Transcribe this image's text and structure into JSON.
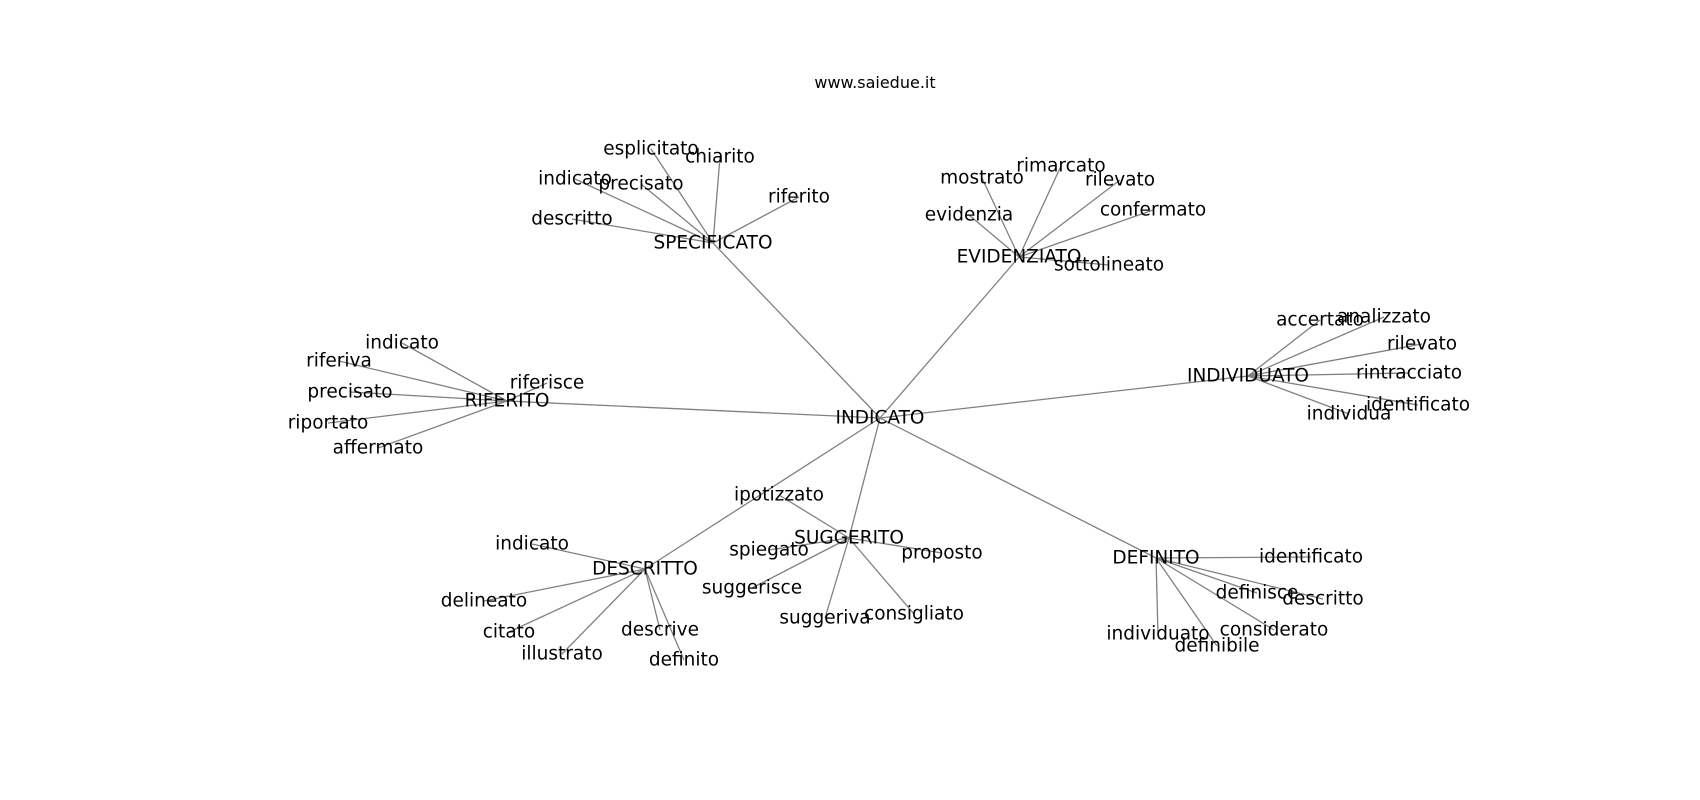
{
  "site": {
    "title": "www.saiedue.it"
  },
  "graph": {
    "edge_color": "#808080",
    "label_color": "#000000",
    "root": {
      "id": "indicato_root",
      "label": "INDICATO"
    },
    "hubs": [
      {
        "id": "specificato",
        "label": "SPECIFICATO",
        "leaves": [
          {
            "id": "specificato_esplicitato",
            "label": "esplicitato"
          },
          {
            "id": "specificato_chiarito",
            "label": "chiarito"
          },
          {
            "id": "specificato_indicato",
            "label": "indicato"
          },
          {
            "id": "specificato_precisato",
            "label": "precisato"
          },
          {
            "id": "specificato_riferito",
            "label": "riferito"
          },
          {
            "id": "specificato_descritto",
            "label": "descritto"
          }
        ]
      },
      {
        "id": "evidenziato",
        "label": "EVIDENZIATO",
        "leaves": [
          {
            "id": "evidenziato_mostrato",
            "label": "mostrato"
          },
          {
            "id": "evidenziato_rimarcato",
            "label": "rimarcato"
          },
          {
            "id": "evidenziato_rilevato",
            "label": "rilevato"
          },
          {
            "id": "evidenziato_evidenzia",
            "label": "evidenzia"
          },
          {
            "id": "evidenziato_confermato",
            "label": "confermato"
          },
          {
            "id": "evidenziato_sottolineato",
            "label": "sottolineato"
          }
        ]
      },
      {
        "id": "individuato",
        "label": "INDIVIDUATO",
        "leaves": [
          {
            "id": "individuato_accertato",
            "label": "accertato"
          },
          {
            "id": "individuato_analizzato",
            "label": "analizzato"
          },
          {
            "id": "individuato_rilevato",
            "label": "rilevato"
          },
          {
            "id": "individuato_rintracciato",
            "label": "rintracciato"
          },
          {
            "id": "individuato_identificato",
            "label": "identificato"
          },
          {
            "id": "individuato_individua",
            "label": "individua"
          }
        ]
      },
      {
        "id": "riferito",
        "label": "RIFERITO",
        "leaves": [
          {
            "id": "riferito_indicato",
            "label": "indicato"
          },
          {
            "id": "riferito_riferiva",
            "label": "riferiva"
          },
          {
            "id": "riferito_riferisce",
            "label": "riferisce"
          },
          {
            "id": "riferito_precisato",
            "label": "precisato"
          },
          {
            "id": "riferito_riportato",
            "label": "riportato"
          },
          {
            "id": "riferito_affermato",
            "label": "affermato"
          }
        ]
      },
      {
        "id": "descritto",
        "label": "DESCRITTO",
        "leaves": [
          {
            "id": "descritto_indicato",
            "label": "indicato"
          },
          {
            "id": "descritto_delineato",
            "label": "delineato"
          },
          {
            "id": "descritto_citato",
            "label": "citato"
          },
          {
            "id": "descritto_descrive",
            "label": "descrive"
          },
          {
            "id": "descritto_illustrato",
            "label": "illustrato"
          },
          {
            "id": "descritto_definito",
            "label": "definito"
          }
        ]
      },
      {
        "id": "suggerito",
        "label": "SUGGERITO",
        "leaves": [
          {
            "id": "suggerito_ipotizzato",
            "label": "ipotizzato"
          },
          {
            "id": "suggerito_spiegato",
            "label": "spiegato"
          },
          {
            "id": "suggerito_proposto",
            "label": "proposto"
          },
          {
            "id": "suggerito_suggerisce",
            "label": "suggerisce"
          },
          {
            "id": "suggerito_suggeriva",
            "label": "suggeriva"
          },
          {
            "id": "suggerito_consigliato",
            "label": "consigliato"
          }
        ]
      },
      {
        "id": "definito",
        "label": "DEFINITO",
        "leaves": [
          {
            "id": "definito_identificato",
            "label": "identificato"
          },
          {
            "id": "definito_definisce",
            "label": "definisce"
          },
          {
            "id": "definito_descritto",
            "label": "descritto"
          },
          {
            "id": "definito_individuato",
            "label": "individuato"
          },
          {
            "id": "definito_considerato",
            "label": "considerato"
          },
          {
            "id": "definito_definibile",
            "label": "definibile"
          }
        ]
      }
    ]
  }
}
